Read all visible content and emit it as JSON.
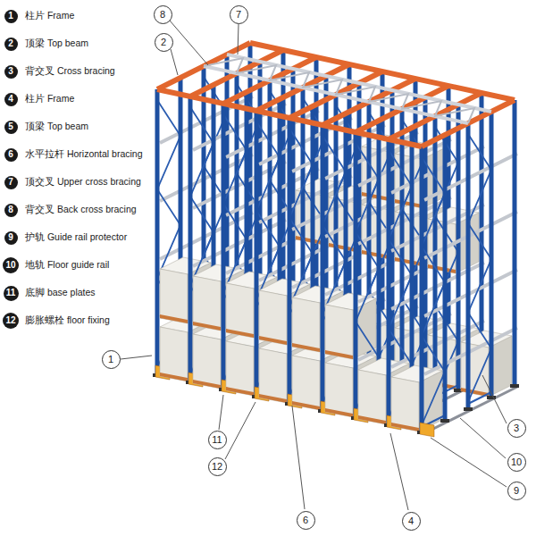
{
  "diagram": {
    "nodes": [
      {
        "text": [
          "1"
        ]
      },
      {
        "text": [
          "2"
        ]
      },
      {
        "text": [
          "3"
        ]
      },
      {
        "text": [
          "4"
        ]
      },
      {
        "text": [
          "5"
        ]
      },
      {
        "text": [
          "6"
        ]
      },
      {
        "text": [
          "7"
        ]
      },
      {
        "text": [
          "8"
        ]
      },
      {
        "text": [
          "9"
        ]
      },
      {
        "text": [
          "10"
        ]
      },
      {
        "text": [
          "11"
        ]
      },
      {
        "text": [
          "12"
        ]
      },
      {
        "text": [
          "8"
        ]
      },
      {
        "text": [
          "7"
        ]
      },
      {
        "text": [
          "2"
        ]
      },
      {
        "text": [
          "1"
        ]
      },
      {
        "text": [
          "3"
        ]
      },
      {
        "text": [
          "11"
        ]
      },
      {
        "text": [
          "10"
        ]
      },
      {
        "text": [
          "12"
        ]
      },
      {
        "text": [
          "9"
        ]
      },
      {
        "text": [
          "6"
        ]
      },
      {
        "text": [
          "4"
        ]
      }
    ],
    "labels": [
      "柱片 Frame",
      "顶梁 Top beam",
      "背交叉 Cross bracing",
      "柱片 Frame",
      "顶梁 Top beam",
      "水平拉杆 Horizontal bracing",
      "顶交叉 Upper cross bracing",
      "背交叉 Back cross bracing",
      "护轨 Guide rail protector",
      "地轨 Floor guide rail",
      "底脚 base plates",
      "膨胀螺栓 floor fixing"
    ]
  }
}
